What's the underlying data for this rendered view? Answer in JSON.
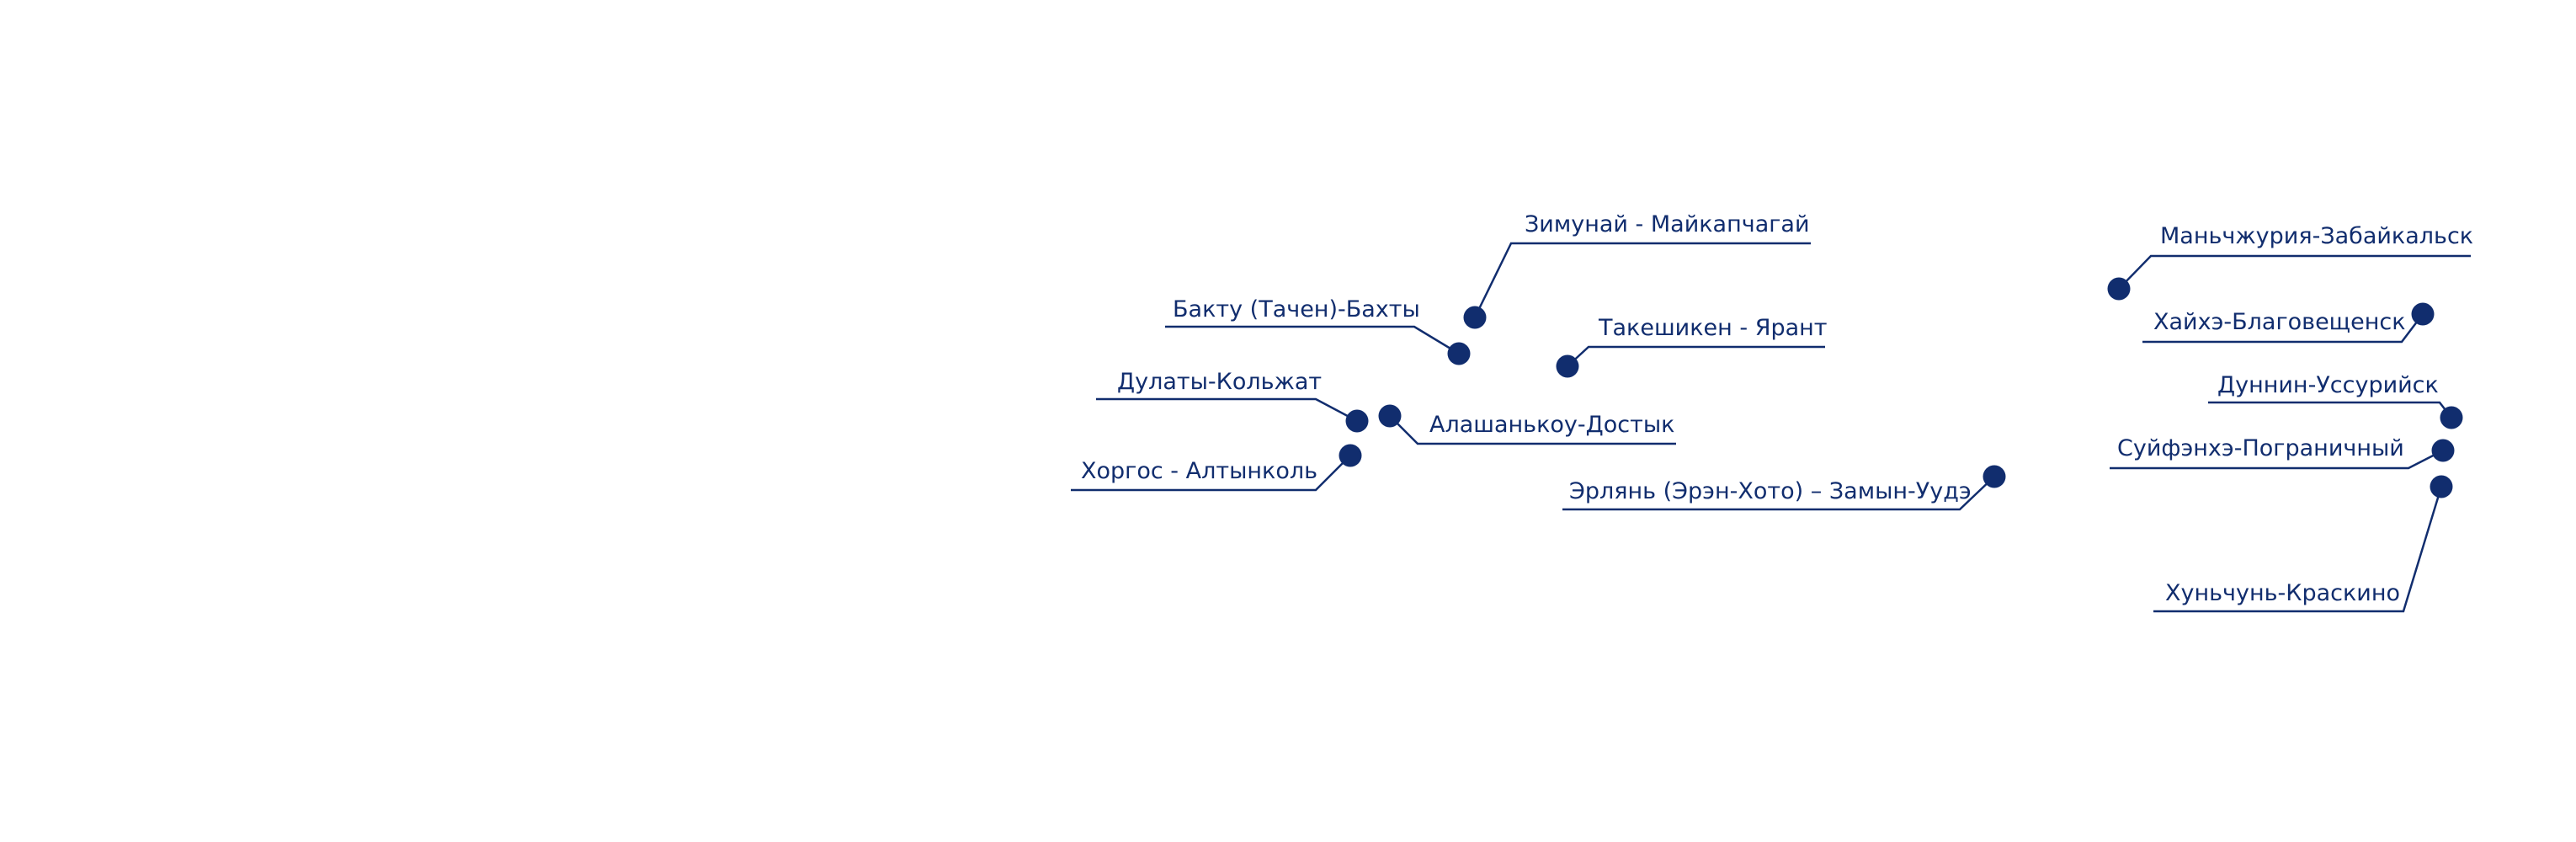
{
  "accent_color": "#112d6e",
  "crossings": [
    {
      "id": "zimunai",
      "label": "Зимунай - Майкапчагай"
    },
    {
      "id": "baktu",
      "label": "Бакту (Тачен)-Бахты"
    },
    {
      "id": "takeshiken",
      "label": "Такешикен - Ярант"
    },
    {
      "id": "dulaty",
      "label": "Дулаты-Кольжат"
    },
    {
      "id": "alashankou",
      "label": "Алашанькоу-Достык"
    },
    {
      "id": "khorgos",
      "label": "Хоргос - Алтынколь"
    },
    {
      "id": "erlian",
      "label": "Эрлянь (Эрэн-Хото) – Замын-Уудэ"
    },
    {
      "id": "manzhouli",
      "label": "Маньчжурия-Забайкальск"
    },
    {
      "id": "heihe",
      "label": "Хайхэ-Благовещенск"
    },
    {
      "id": "dongning",
      "label": "Дуннин-Уссурийск"
    },
    {
      "id": "suifenhe",
      "label": "Суйфэнхэ-Пограничный"
    },
    {
      "id": "hunchun",
      "label": "Хуньчунь-Краскино"
    }
  ]
}
